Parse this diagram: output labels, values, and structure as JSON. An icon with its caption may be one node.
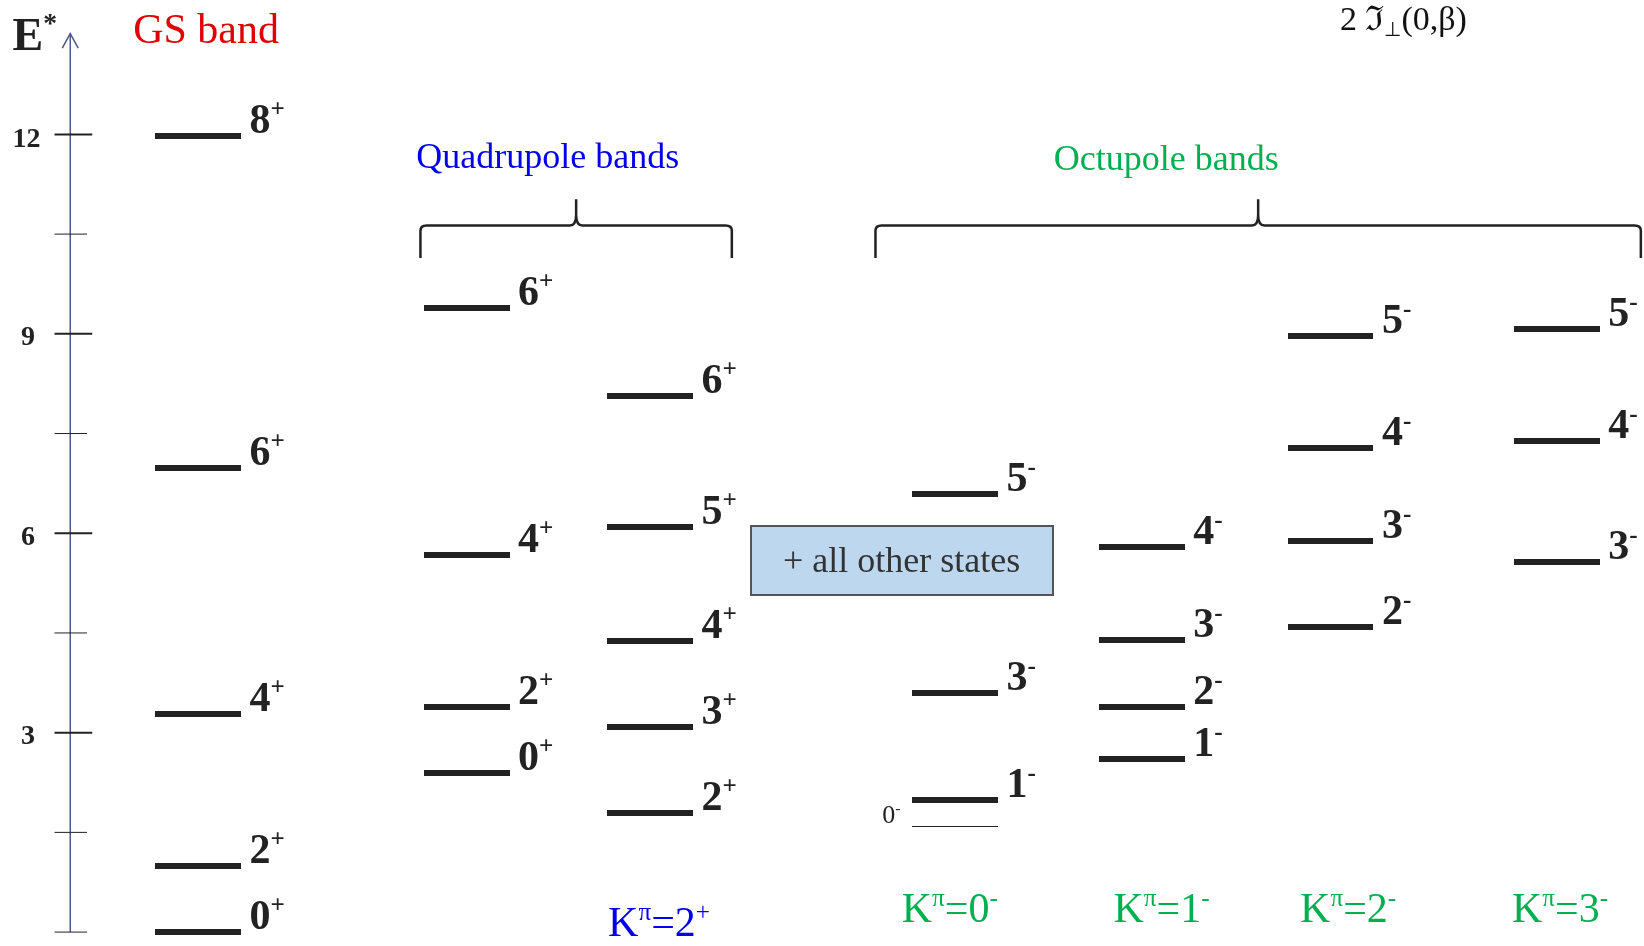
{
  "diagram": {
    "nodes": [
      {
        "text": [],
        "shape": "bar",
        "beside": [
          "8$^{+}$"
        ]
      },
      {
        "text": [],
        "shape": "bar",
        "beside": [
          "6$^{+}$"
        ]
      },
      {
        "text": [],
        "shape": "bar",
        "beside": [
          "4$^{+}$"
        ]
      },
      {
        "text": [],
        "shape": "bar",
        "beside": [
          "2$^{+}$"
        ]
      },
      {
        "text": [],
        "shape": "bar",
        "beside": [
          "0$^{+}$"
        ]
      },
      {
        "text": [],
        "shape": "bar",
        "beside": [
          "6$^{+}$"
        ]
      },
      {
        "text": [],
        "shape": "bar",
        "beside": [
          "4$^{+}$"
        ]
      },
      {
        "text": [],
        "shape": "bar",
        "beside": [
          "2$^{+}$"
        ]
      },
      {
        "text": [],
        "shape": "bar",
        "beside": [
          "0$^{+}$"
        ]
      },
      {
        "text": [],
        "shape": "bar",
        "beside": [
          "6$^{+}$"
        ]
      },
      {
        "text": [],
        "shape": "bar",
        "beside": [
          "5$^{+}$"
        ]
      },
      {
        "text": [],
        "shape": "bar",
        "beside": [
          "4$^{+}$"
        ]
      },
      {
        "text": [],
        "shape": "bar",
        "beside": [
          "3$^{+}$"
        ]
      },
      {
        "text": [],
        "shape": "bar",
        "beside": [
          "2$^{+}$"
        ]
      },
      {
        "text": [],
        "shape": "bar",
        "beside": [
          "5$^{-}$"
        ]
      },
      {
        "text": [],
        "shape": "bar",
        "beside": [
          "3$^{-}$"
        ]
      },
      {
        "text": [],
        "shape": "bar",
        "beside": [
          "1$^{-}$"
        ]
      },
      {
        "text": [],
        "shape": "bar",
        "beside": [
          "0$^{-}$"
        ]
      },
      {
        "text": [],
        "shape": "bar",
        "beside": [
          "4$^{-}$"
        ]
      },
      {
        "text": [],
        "shape": "bar",
        "beside": [
          "3$^{-}$"
        ]
      },
      {
        "text": [],
        "shape": "bar",
        "beside": [
          "2$^{-}$"
        ]
      },
      {
        "text": [],
        "shape": "bar",
        "beside": [
          "1$^{-}$"
        ]
      },
      {
        "text": [],
        "shape": "bar",
        "beside": [
          "5$^{-}$"
        ]
      },
      {
        "text": [],
        "shape": "bar",
        "beside": [
          "4$^{-}$"
        ]
      },
      {
        "text": [],
        "shape": "bar",
        "beside": [
          "3$^{-}$"
        ]
      },
      {
        "text": [],
        "shape": "bar",
        "beside": [
          "2$^{-}$"
        ]
      },
      {
        "text": [],
        "shape": "bar",
        "beside": [
          "5$^{-}$"
        ]
      },
      {
        "text": [],
        "shape": "bar",
        "beside": [
          "4$^{-}$"
        ]
      },
      {
        "text": [],
        "shape": "bar",
        "beside": [
          "3$^{-}$"
        ]
      },
      {
        "text": [
          "+ all other states"
        ]
      }
    ],
    "labels": [
      "E$^{*}$",
      "GS band",
      "2 ℑ$_{⊥}$(0,β)",
      "12",
      "9",
      "6",
      "3",
      "Quadrupole bands",
      "Octupole bands",
      "K$^{π}$=2$^{+}$",
      "K$^{π}$=0$^{-}$",
      "K$^{π}$=1$^{-}$",
      "K$^{π}$=2$^{-}$",
      "K$^{π}$=3$^{-}$"
    ]
  }
}
